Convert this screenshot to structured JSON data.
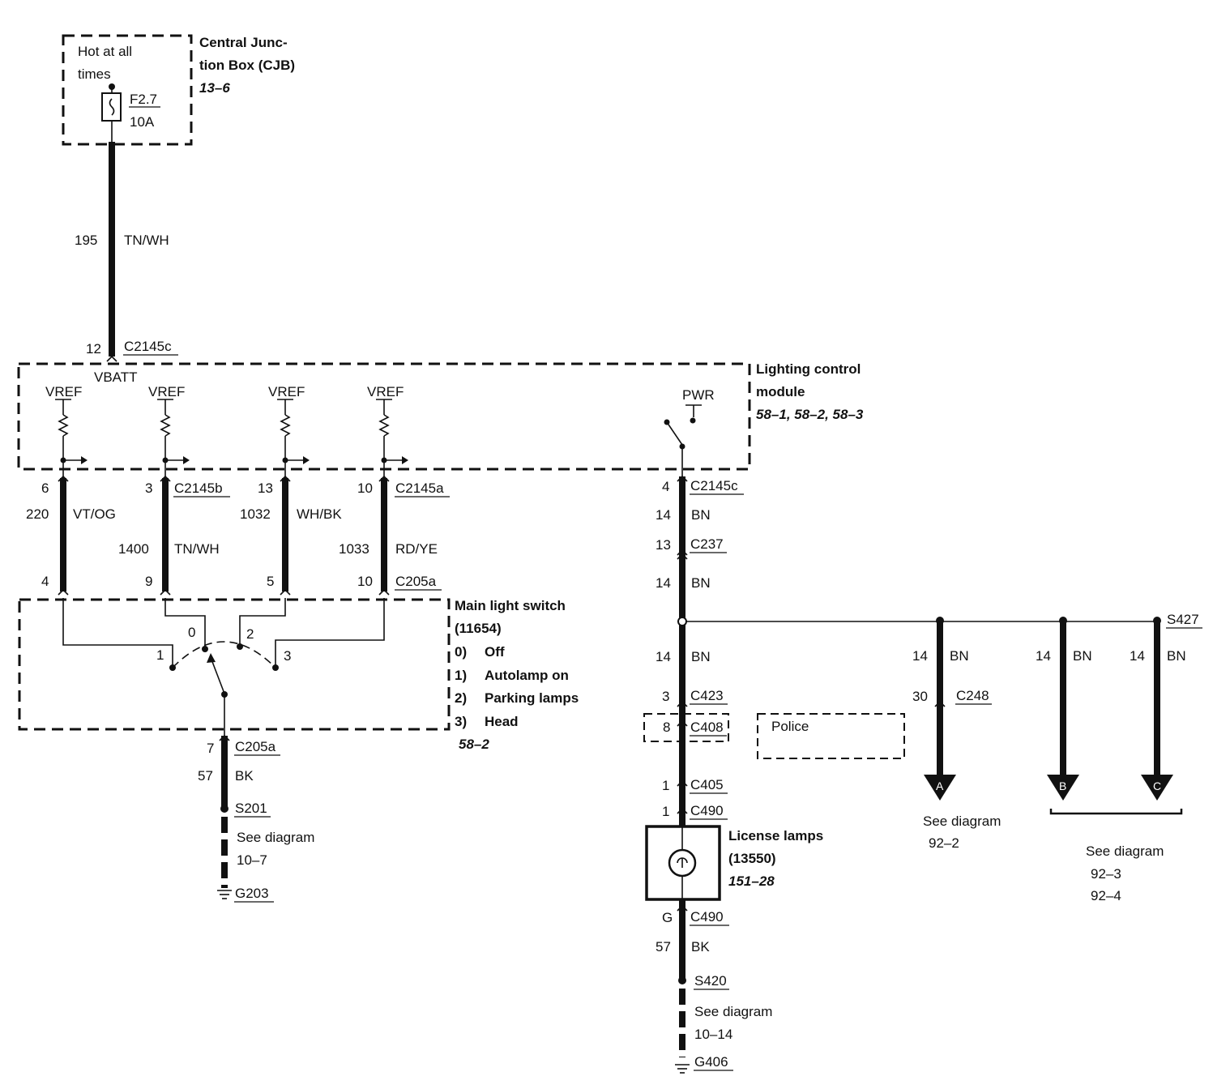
{
  "cjb": {
    "hot_label_1": "Hot at all",
    "hot_label_2": "times",
    "fuse_id": "F2.7",
    "fuse_rating": "10A",
    "title_1": "Central Junc-",
    "title_2": "tion Box (CJB)",
    "ref": "13–6"
  },
  "feed": {
    "circuit": "195",
    "color": "TN/WH",
    "pin": "12",
    "connector": "C2145c"
  },
  "lcm": {
    "vbatt": "VBATT",
    "vref": [
      "VREF",
      "VREF",
      "VREF",
      "VREF"
    ],
    "pwr": "PWR",
    "title_1": "Lighting control",
    "title_2": "module",
    "ref": "58–1, 58–2, 58–3"
  },
  "switch_wires": [
    {
      "top_pin": "6",
      "circuit": "220",
      "color": "VT/OG",
      "bottom_pin": "4"
    },
    {
      "top_pin": "3",
      "top_connector": "C2145b",
      "circuit": "1400",
      "color": "TN/WH",
      "bottom_pin": "9"
    },
    {
      "top_pin": "13",
      "circuit": "1032",
      "color": "WH/BK",
      "bottom_pin": "5"
    },
    {
      "top_pin": "10",
      "top_connector": "C2145a",
      "circuit": "1033",
      "color": "RD/YE",
      "bottom_pin": "10",
      "bottom_connector": "C205a"
    }
  ],
  "main_switch": {
    "title_1": "Main light switch",
    "title_2": "(11654)",
    "positions": [
      {
        "num": "0)",
        "label": "Off"
      },
      {
        "num": "1)",
        "label": "Autolamp on"
      },
      {
        "num": "2)",
        "label": "Parking lamps"
      },
      {
        "num": "3)",
        "label": "Head"
      }
    ],
    "ref": "58–2",
    "contact_labels": [
      "0",
      "1",
      "2",
      "3"
    ]
  },
  "left_ground": {
    "pin": "7",
    "connector": "C205a",
    "circuit": "57",
    "color": "BK",
    "splice": "S201",
    "see_1": "See diagram",
    "see_2": "10–7",
    "ground": "G203"
  },
  "right_branch": {
    "lcm_pin": "4",
    "lcm_connector": "C2145c",
    "seg1_circuit": "14",
    "seg1_color": "BN",
    "c237_pin": "13",
    "c237": "C237",
    "seg2_circuit": "14",
    "seg2_color": "BN",
    "seg3_circuit": "14",
    "seg3_color": "BN",
    "c423_pin": "3",
    "c423": "C423",
    "c408_pin": "8",
    "c408": "C408",
    "police": "Police",
    "c405_pin": "1",
    "c405": "C405",
    "c490_pin": "1",
    "c490": "C490",
    "lamp_title_1": "License lamps",
    "lamp_title_2": "(13550)",
    "lamp_ref": "151–28",
    "g_pin": "G",
    "c490b": "C490",
    "gnd_circuit": "57",
    "gnd_color": "BK",
    "splice": "S420",
    "see_1": "See diagram",
    "see_2": "10–14",
    "ground": "G406"
  },
  "branches": {
    "splice": "S427",
    "a": {
      "circuit": "14",
      "color": "BN",
      "pin": "30",
      "connector": "C248",
      "letter": "A",
      "see_1": "See diagram",
      "see_2": "92–2"
    },
    "b": {
      "circuit": "14",
      "color": "BN",
      "letter": "B"
    },
    "c": {
      "circuit": "14",
      "color": "BN",
      "letter": "C"
    },
    "bc_see_1": "See diagram",
    "bc_see_2": "92–3",
    "bc_see_3": "92–4"
  }
}
